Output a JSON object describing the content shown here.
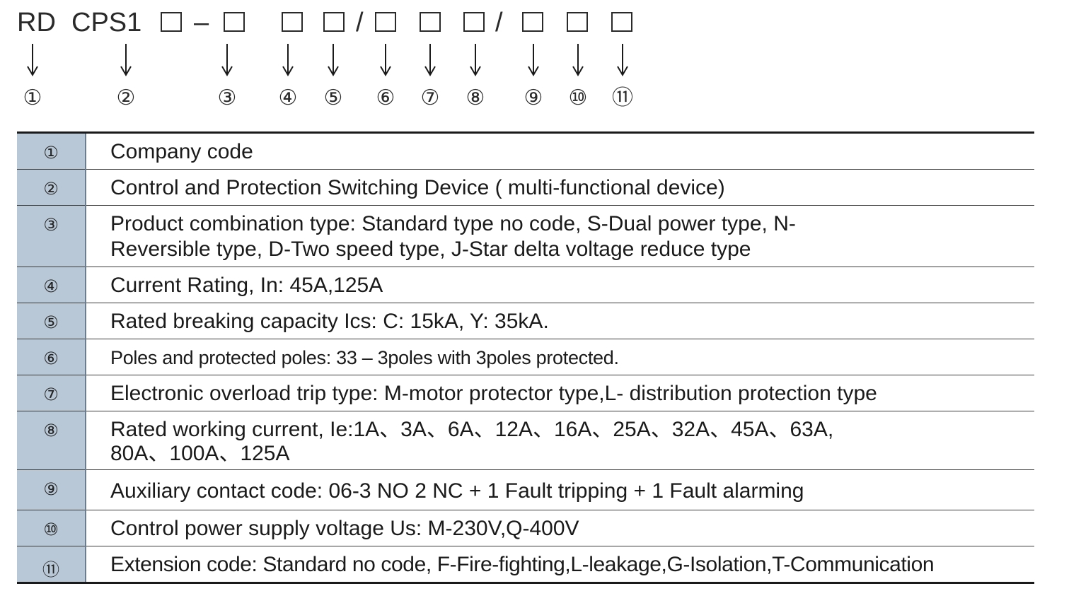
{
  "model_code": {
    "prefix_1": "RD",
    "prefix_2": "CPS1",
    "dash": "–",
    "slash": "/",
    "callouts": [
      "①",
      "②",
      "③",
      "④",
      "⑤",
      "⑥",
      "⑦",
      "⑧",
      "⑨",
      "⑩",
      "⑪"
    ]
  },
  "table": {
    "rows": [
      {
        "num": "①",
        "text": "Company code"
      },
      {
        "num": "②",
        "text": "Control and Protection Switching Device ( multi-functional device)"
      },
      {
        "num": "③",
        "line1": "Product combination type: Standard type no code, S-Dual power type, N-",
        "line2": "Reversible type, D-Two speed type, J-Star delta voltage reduce type"
      },
      {
        "num": "④",
        "text": "Current Rating, In: 45A,125A"
      },
      {
        "num": "⑤",
        "text": "Rated breaking capacity Ics: C: 15kA, Y: 35kA."
      },
      {
        "num": "⑥",
        "text": "Poles and protected poles: 33 – 3poles with 3poles protected."
      },
      {
        "num": "⑦",
        "text": "Electronic overload trip type: M-motor protector type,L- distribution protection type"
      },
      {
        "num": "⑧",
        "line1": "Rated working current, Ie:1A、3A、6A、12A、16A、25A、32A、45A、63A,",
        "line2": "80A、100A、125A"
      },
      {
        "num": "⑨",
        "text": "Auxiliary contact code:  06-3 NO 2 NC + 1 Fault tripping + 1 Fault alarming"
      },
      {
        "num": "⑩",
        "text": "Control power supply voltage Us: M-230V,Q-400V"
      },
      {
        "num": "⑪",
        "text": "Extension code: Standard no code, F-Fire-fighting,L-leakage,G-Isolation,T-Communication"
      }
    ]
  }
}
